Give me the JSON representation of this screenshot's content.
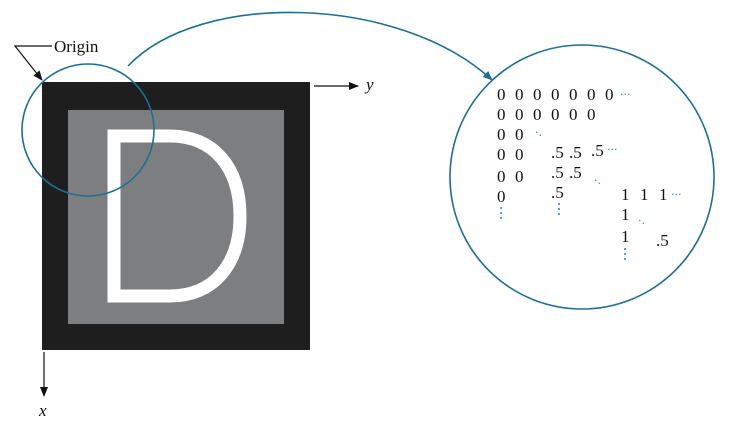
{
  "labels": {
    "origin": "Origin",
    "y_axis": "y",
    "x_axis": "x",
    "letter": "D"
  },
  "colors": {
    "outer_square": "#1e1e1e",
    "inner_square": "#7d7e80",
    "letter": "#ffffff",
    "circle_stroke": "#1f6f95",
    "dots": "#2a85c0"
  },
  "matrix": {
    "row1": [
      "0",
      "0",
      "0",
      "0",
      "0",
      "0",
      "0"
    ],
    "row2": [
      "0",
      "0",
      "0",
      "0",
      "0",
      "0"
    ],
    "row3": [
      "0",
      "0"
    ],
    "row4": [
      "0",
      "0"
    ],
    "row5": [
      "0",
      "0"
    ],
    "row6": [
      "0"
    ],
    "half_row4": [
      ".5",
      ".5",
      ".5"
    ],
    "half_row5": [
      ".5",
      ".5"
    ],
    "half_row6": [
      ".5"
    ],
    "ones_row1": [
      "1",
      "1",
      "1"
    ],
    "ones_col": [
      "1",
      "1"
    ],
    "half_single": ".5"
  }
}
